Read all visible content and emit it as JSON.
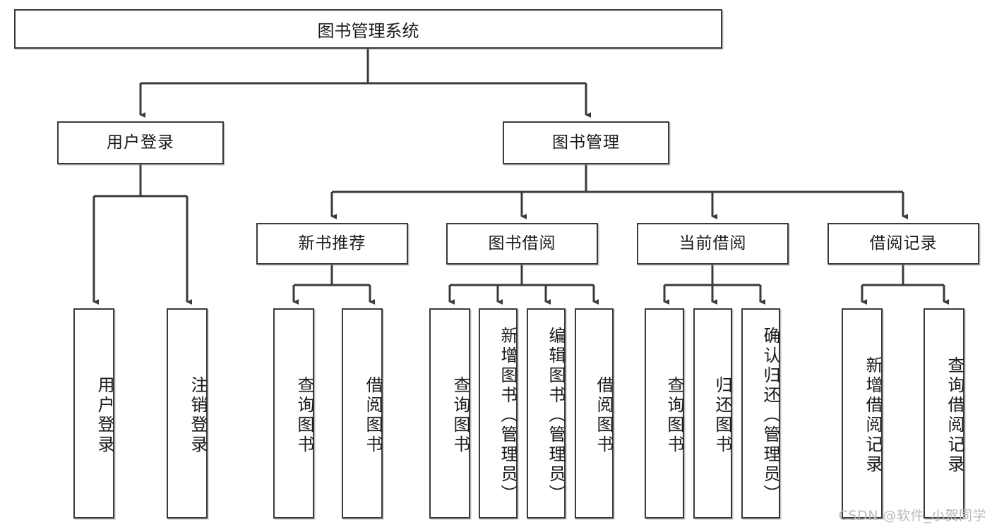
{
  "diagram": {
    "title": "图书管理系统",
    "type": "tree",
    "root": {
      "label": "图书管理系统"
    },
    "level2": [
      {
        "label": "用户登录"
      },
      {
        "label": "图书管理"
      }
    ],
    "level3": [
      {
        "label": "新书推荐"
      },
      {
        "label": "图书借阅"
      },
      {
        "label": "当前借阅"
      },
      {
        "label": "借阅记录"
      }
    ],
    "leaves": {
      "user_login": [
        {
          "label": "用户登录"
        },
        {
          "label": "注销登录"
        }
      ],
      "new_book": [
        {
          "label": "查询图书"
        },
        {
          "label": "借阅图书"
        }
      ],
      "book_borrow": [
        {
          "label": "查询图书"
        },
        {
          "label": "新增图书（管理员）"
        },
        {
          "label": "编辑图书（管理员）"
        },
        {
          "label": "借阅图书"
        }
      ],
      "current_borrow": [
        {
          "label": "查询图书"
        },
        {
          "label": "归还图书"
        },
        {
          "label": "确认归还（管理员）"
        }
      ],
      "borrow_record": [
        {
          "label": "新增借阅记录"
        },
        {
          "label": "查询借阅记录"
        }
      ]
    }
  },
  "watermark": {
    "text": "CSDN @软件_小贺同学"
  },
  "colors": {
    "border": "#3a3a3a",
    "background": "#ffffff",
    "text": "#1a1a1a",
    "watermark": "#b9b9b9"
  }
}
